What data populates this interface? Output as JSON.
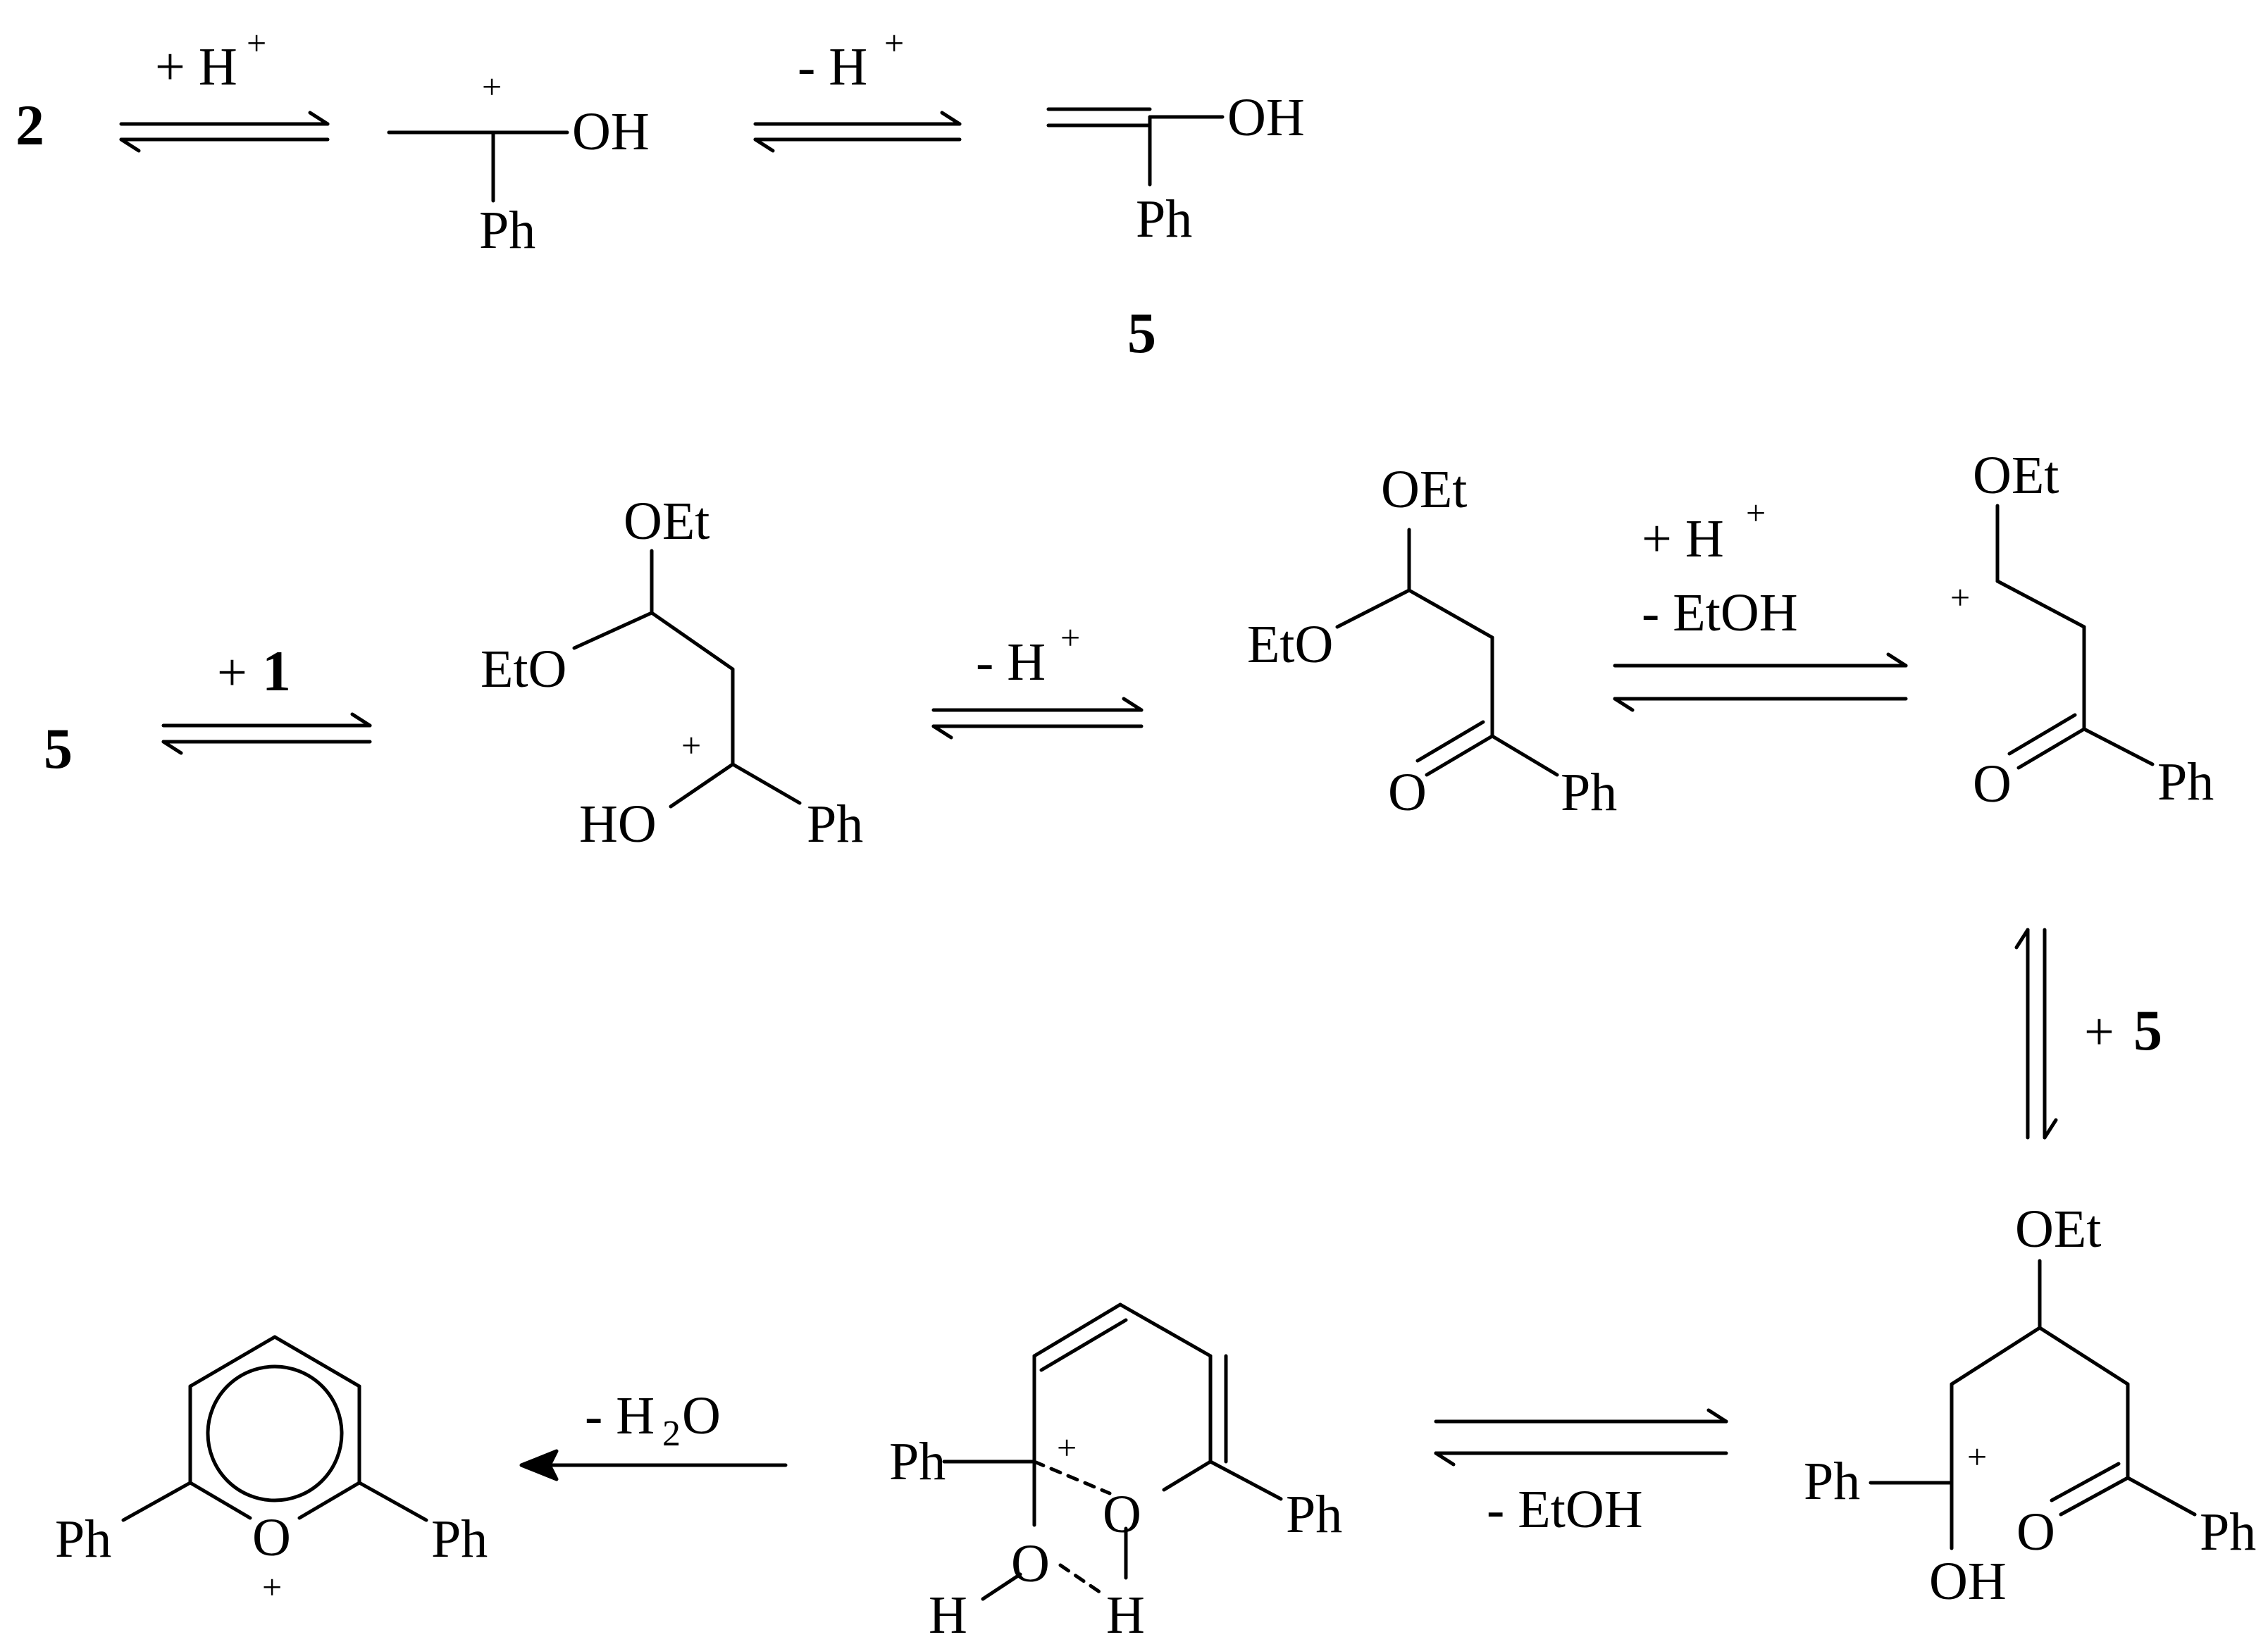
{
  "compound_refs": {
    "c1": "1",
    "c2": "2",
    "c5": "5"
  },
  "groups": {
    "oh": "OH",
    "ho": "HO",
    "ph": "Ph",
    "oet": "OEt",
    "eto": "EtO",
    "o": "O",
    "h": "H",
    "plus": "+"
  },
  "conditions": {
    "plus_h": "+ H",
    "minus_h": "- H",
    "plus": "+",
    "minus_etoh": "- EtOH",
    "minus_h2o": "- H",
    "h2o_sub": "2",
    "h2o_tail": "O",
    "h_sup": "+"
  }
}
